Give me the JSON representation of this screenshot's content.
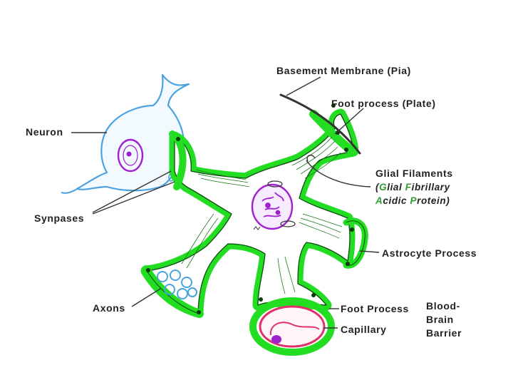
{
  "labels": {
    "basement_membrane": "Basement Membrane (Pia)",
    "foot_process_plate": "Foot process (Plate)",
    "neuron": "Neuron",
    "glial_filaments": "Glial Filaments",
    "gfap_line1_open": "(",
    "gfap_g": "G",
    "gfap_lial": "lial ",
    "gfap_f": "F",
    "gfap_ibrillary": "ibrillary",
    "gfap_a": "A",
    "gfap_cidic": "cidic ",
    "gfap_p": "P",
    "gfap_rotein": "rotein)",
    "synapses": "Synpases",
    "astrocyte_process": "Astrocyte Process",
    "axons": "Axons",
    "foot_process": "Foot Process",
    "capillary": "Capillary",
    "bbb_line1": "Blood-",
    "bbb_line2": "Brain",
    "bbb_line3": "Barrier"
  },
  "colors": {
    "glia": "#22dd22",
    "glia_edge": "#0d4a0d",
    "neuron": "#4aa3e0",
    "nucleus": "#a020d0",
    "capillary": "#e0306a",
    "membrane": "#333333",
    "highlight_letters": "#2e9e2e"
  }
}
